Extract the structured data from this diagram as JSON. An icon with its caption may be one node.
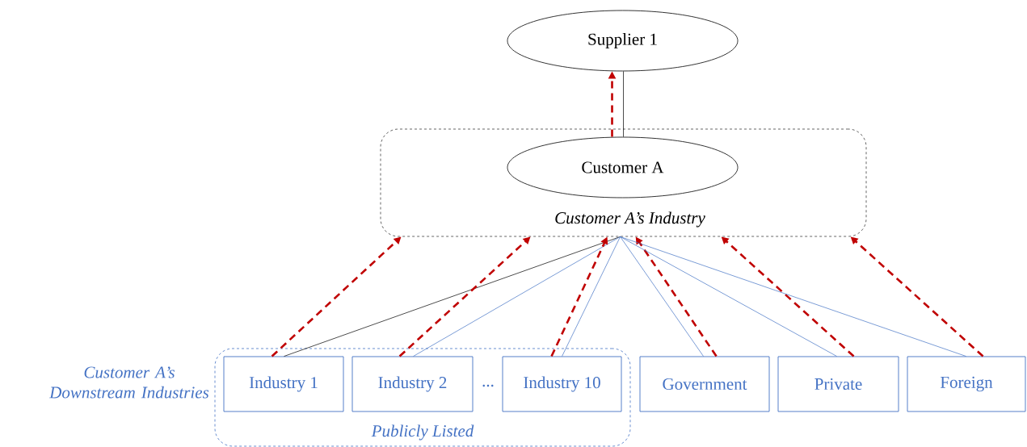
{
  "diagram": {
    "nodes": [
      {
        "text": [
          "Supplier 1"
        ]
      },
      {
        "text": [
          "Customer A’s Industry"
        ]
      },
      {
        "text": [
          "Customer A"
        ],
        "in": 1
      },
      {
        "text": [
          "Publicly Listed"
        ]
      },
      {
        "text": [
          "Industry 1"
        ],
        "in": 3
      },
      {
        "text": [
          "Industry 2"
        ],
        "in": 3
      },
      {
        "text": [
          "Industry 10"
        ],
        "in": 3
      },
      {
        "text": [
          "Government"
        ]
      },
      {
        "text": [
          "Private"
        ]
      },
      {
        "text": [
          "Foreign"
        ]
      }
    ],
    "edges": [
      {
        "from": 2,
        "to": 0,
        "arrow": "to",
        "style": "dashed",
        "color": "#c00000"
      },
      {
        "from": 2,
        "to": 0,
        "arrow": "none",
        "color": "#000000"
      },
      {
        "from": 4,
        "to": 1,
        "arrow": "to",
        "style": "dashed",
        "color": "#c00000"
      },
      {
        "from": 4,
        "to": 1,
        "arrow": "none",
        "color": "#000000"
      },
      {
        "from": 5,
        "to": 1,
        "arrow": "to",
        "style": "dashed",
        "color": "#c00000"
      },
      {
        "from": 5,
        "to": 1,
        "arrow": "none",
        "color": "#4472c4"
      },
      {
        "from": 6,
        "to": 1,
        "arrow": "to",
        "style": "dashed",
        "color": "#c00000"
      },
      {
        "from": 6,
        "to": 1,
        "arrow": "none",
        "color": "#4472c4"
      },
      {
        "from": 7,
        "to": 1,
        "arrow": "to",
        "style": "dashed",
        "color": "#c00000"
      },
      {
        "from": 7,
        "to": 1,
        "arrow": "none",
        "color": "#4472c4"
      },
      {
        "from": 8,
        "to": 1,
        "arrow": "to",
        "style": "dashed",
        "color": "#c00000"
      },
      {
        "from": 8,
        "to": 1,
        "arrow": "none",
        "color": "#4472c4"
      },
      {
        "from": 9,
        "to": 1,
        "arrow": "to",
        "style": "dashed",
        "color": "#c00000"
      },
      {
        "from": 9,
        "to": 1,
        "arrow": "none",
        "color": "#4472c4"
      }
    ],
    "labels": [
      "Customer A’s Downstream Industries",
      "..."
    ]
  }
}
